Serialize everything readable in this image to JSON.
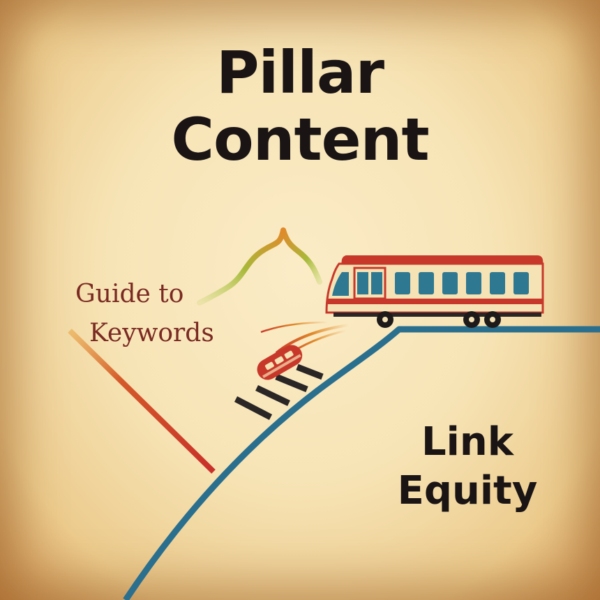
{
  "title": {
    "line1": "Pillar",
    "line2": "Content"
  },
  "guide_label": {
    "line1": "Guide to",
    "line2": "Keywords"
  },
  "equity_label": {
    "line1": "Link",
    "line2": "Equity"
  },
  "colors": {
    "background": "#f7e4b6",
    "title_text": "#1a1414",
    "guide_text": "#7a2a22",
    "track_blue": "#2a6f8e",
    "line_red": "#c8382a",
    "line_green": "#8fbf3a",
    "train_red": "#c8382a",
    "train_body": "#f5e3b6",
    "train_window": "#2e7891"
  }
}
